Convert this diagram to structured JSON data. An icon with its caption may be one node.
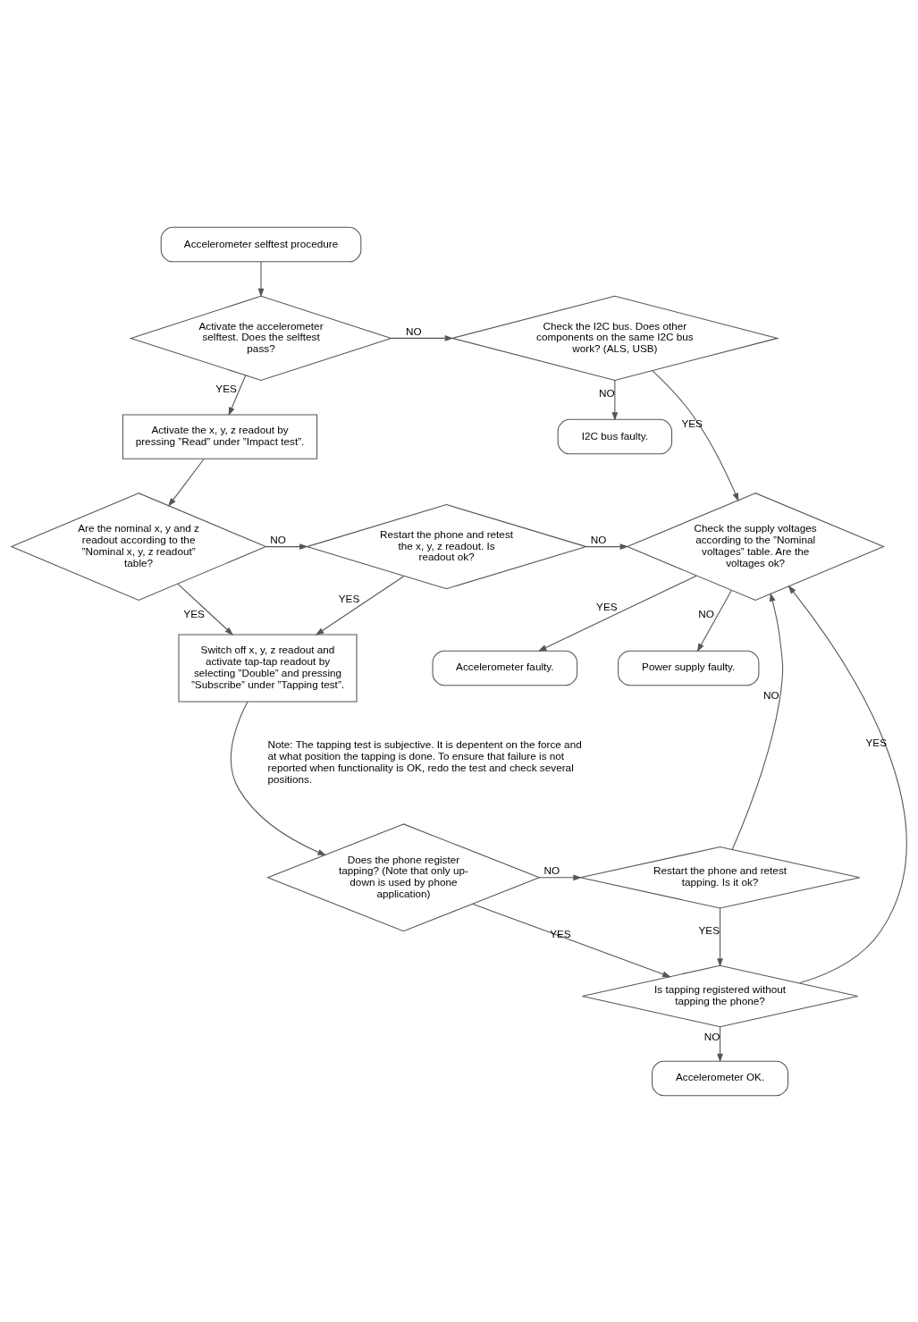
{
  "diagram": {
    "nodes": [
      {
        "text": [
          "Accelerometer selftest procedure"
        ]
      },
      {
        "text": [
          "Activate the accelerometer selftest. Does the selftest pass?"
        ]
      },
      {
        "text": [
          "Check the I2C bus. Does other components on the same I2C bus work? (ALS, USB)"
        ]
      },
      {
        "text": [
          "I2C bus faulty."
        ]
      },
      {
        "text": [
          "Activate the x, y, z readout by pressing ”Read” under ”Impact test”."
        ]
      },
      {
        "text": [
          "Accelerometer faulty."
        ]
      },
      {
        "text": [
          "Are the nominal x, y and z readout according to the ”Nominal x, y, z readout” table?"
        ]
      },
      {
        "text": [
          "Restart the phone and retest the x, y, z readout. Is readout ok?"
        ]
      },
      {
        "text": [
          "Check the supply voltages according to the ”Nominal voltages” table. Are the voltages ok?"
        ]
      },
      {
        "text": [
          "Switch off x, y, z readout and activate tap-tap readout by selecting ”Double” and pressing ”Subscribe” under ”Tapping test”."
        ]
      },
      {
        "text": [
          "Power supply faulty."
        ]
      },
      {
        "text": [
          "Does the phone register tapping? (Note that only up-down is used by phone application)"
        ]
      },
      {
        "text": [
          "Restart the phone and retest tapping. Is it ok?"
        ]
      },
      {
        "text": [
          "Is tapping registered without tapping the phone?"
        ]
      },
      {
        "text": [
          "Accelerometer OK."
        ]
      }
    ],
    "edges": [
      {
        "from": 0,
        "to": 1,
        "arrow": "to"
      },
      {
        "from": 1,
        "to": 2,
        "arrow": "to",
        "label": "NO"
      },
      {
        "from": 1,
        "to": 4,
        "arrow": "to",
        "label": "YES"
      },
      {
        "from": 2,
        "to": 3,
        "arrow": "to",
        "label": "NO"
      },
      {
        "from": 2,
        "to": 8,
        "arrow": "to",
        "label": "YES"
      },
      {
        "from": 4,
        "to": 6,
        "arrow": "to"
      },
      {
        "from": 6,
        "to": 7,
        "arrow": "to",
        "label": "NO"
      },
      {
        "from": 6,
        "to": 9,
        "arrow": "to",
        "label": "YES"
      },
      {
        "from": 7,
        "to": 9,
        "arrow": "to",
        "label": "YES"
      },
      {
        "from": 7,
        "to": 8,
        "arrow": "to",
        "label": "NO"
      },
      {
        "from": 8,
        "to": 5,
        "arrow": "to",
        "label": "YES"
      },
      {
        "from": 8,
        "to": 10,
        "arrow": "to",
        "label": "NO"
      },
      {
        "from": 9,
        "to": 11,
        "arrow": "to"
      },
      {
        "from": 11,
        "to": 12,
        "arrow": "to",
        "label": "NO"
      },
      {
        "from": 11,
        "to": 13,
        "arrow": "to",
        "label": "YES"
      },
      {
        "from": 12,
        "to": 13,
        "arrow": "to",
        "label": "YES"
      },
      {
        "from": 12,
        "to": 8,
        "arrow": "to",
        "label": "NO"
      },
      {
        "from": 13,
        "to": 8,
        "arrow": "to",
        "label": "YES"
      },
      {
        "from": 13,
        "to": 14,
        "arrow": "to",
        "label": "NO"
      }
    ],
    "labels": [
      "Note: The tapping test is subjective. It is depentent on the force and at what position the tapping is done. To ensure that failure is not reported when functionality is OK, redo the test and check several positions."
    ]
  }
}
